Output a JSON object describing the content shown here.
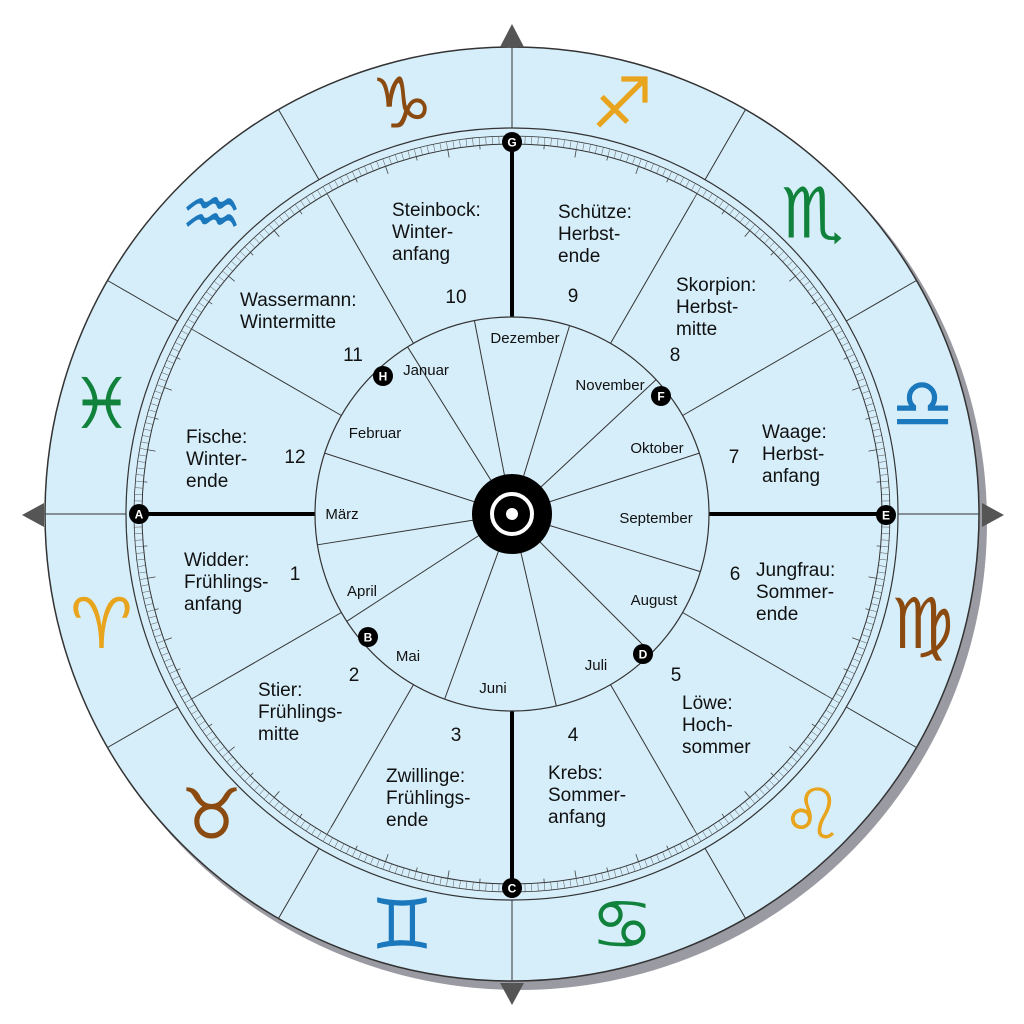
{
  "colors": {
    "background": "#d6eefa",
    "line": "#333333",
    "shadow": "#9a9aa2",
    "marker": "#000000",
    "brown": "#8a4a10",
    "gold": "#e8a41c",
    "green": "#11823b",
    "blue": "#1b78bd"
  },
  "signs": [
    {
      "name": "Steinbock",
      "symbol": "capricorn-icon",
      "glyph": "♑",
      "color": "#8a4a10",
      "number": "10",
      "lines": [
        "Steinbock:",
        "Winter-",
        "anfang"
      ]
    },
    {
      "name": "Schütze",
      "symbol": "sagittarius-icon",
      "glyph": "♐",
      "color": "#e8a41c",
      "number": "9",
      "lines": [
        "Schütze:",
        "Herbst-",
        "ende"
      ]
    },
    {
      "name": "Skorpion",
      "symbol": "scorpio-icon",
      "glyph": "♏",
      "color": "#11823b",
      "number": "8",
      "lines": [
        "Skorpion:",
        "Herbst-",
        "mitte"
      ]
    },
    {
      "name": "Waage",
      "symbol": "libra-icon",
      "glyph": "♎",
      "color": "#1b78bd",
      "number": "7",
      "lines": [
        "Waage:",
        "Herbst-",
        "anfang"
      ]
    },
    {
      "name": "Jungfrau",
      "symbol": "virgo-icon",
      "glyph": "♍",
      "color": "#8a4a10",
      "number": "6",
      "lines": [
        "Jungfrau:",
        "Sommer-",
        "ende"
      ]
    },
    {
      "name": "Löwe",
      "symbol": "leo-icon",
      "glyph": "♌",
      "color": "#e8a41c",
      "number": "5",
      "lines": [
        "Löwe:",
        "Hoch-",
        "sommer"
      ]
    },
    {
      "name": "Krebs",
      "symbol": "cancer-icon",
      "glyph": "♋",
      "color": "#11823b",
      "number": "4",
      "lines": [
        "Krebs:",
        "Sommer-",
        "anfang"
      ]
    },
    {
      "name": "Zwillinge",
      "symbol": "gemini-icon",
      "glyph": "♊",
      "color": "#1b78bd",
      "number": "3",
      "lines": [
        "Zwillinge:",
        "Frühlings-",
        "ende"
      ]
    },
    {
      "name": "Stier",
      "symbol": "taurus-icon",
      "glyph": "♉",
      "color": "#8a4a10",
      "number": "2",
      "lines": [
        "Stier:",
        "Frühlings-",
        "mitte"
      ]
    },
    {
      "name": "Widder",
      "symbol": "aries-icon",
      "glyph": "♈",
      "color": "#e8a41c",
      "number": "1",
      "lines": [
        "Widder:",
        "Frühlings-",
        "anfang"
      ]
    },
    {
      "name": "Fische",
      "symbol": "pisces-icon",
      "glyph": "♓",
      "color": "#11823b",
      "number": "12",
      "lines": [
        "Fische:",
        "Winter-",
        "ende"
      ]
    },
    {
      "name": "Wassermann",
      "symbol": "aquarius-icon",
      "glyph": "♒",
      "color": "#1b78bd",
      "number": "11",
      "lines": [
        "Wassermann:",
        "Wintermitte"
      ]
    }
  ],
  "months": [
    "Dezember",
    "November",
    "Oktober",
    "September",
    "August",
    "Juli",
    "Juni",
    "Mai",
    "April",
    "März",
    "Februar",
    "Januar"
  ],
  "markers": [
    "G",
    "E",
    "C",
    "A",
    "H",
    "F",
    "D",
    "B"
  ]
}
